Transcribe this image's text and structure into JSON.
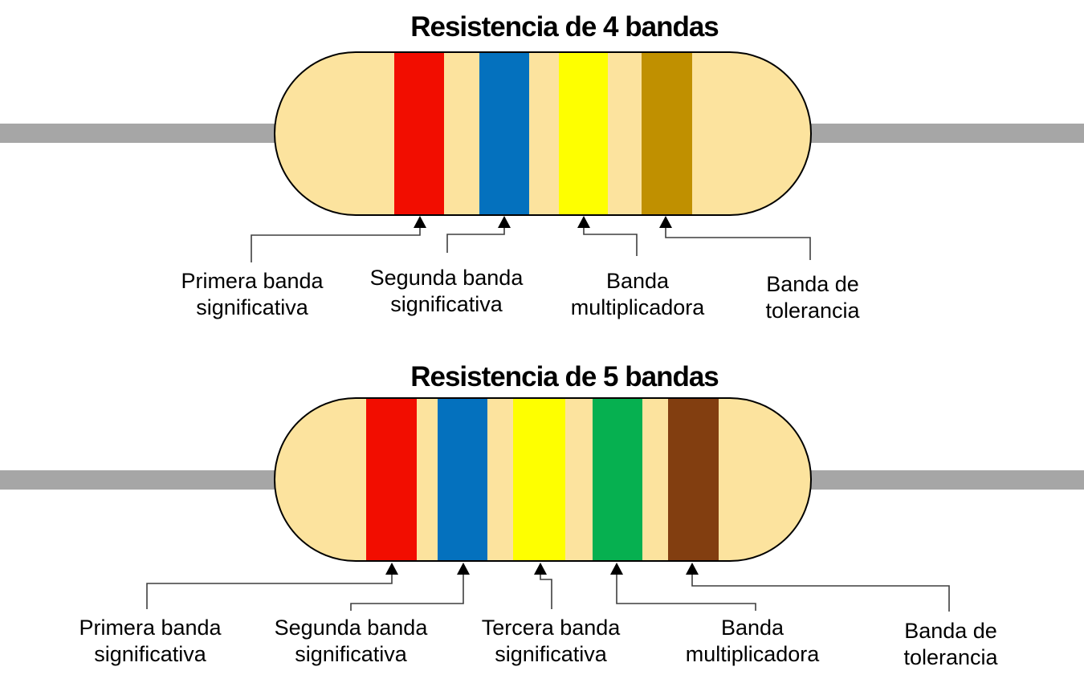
{
  "colors": {
    "background": "#ffffff",
    "body": "#FCE39E",
    "outline": "#000000",
    "lead": "#A6A6A6",
    "leader_line": "#3F3F3F",
    "arrowhead": "#000000",
    "text": "#000000"
  },
  "resistor_4_bands": {
    "title": "Resistencia de 4 bandas",
    "bands": [
      {
        "color_name": "red",
        "hex": "#F20D00",
        "label_line1": "Primera banda",
        "label_line2": "significativa"
      },
      {
        "color_name": "blue",
        "hex": "#0471BE",
        "label_line1": "Segunda banda",
        "label_line2": "significativa"
      },
      {
        "color_name": "yellow",
        "hex": "#FEFF00",
        "label_line1": "Banda",
        "label_line2": "multiplicadora"
      },
      {
        "color_name": "dark-gold",
        "hex": "#C09000",
        "label_line1": "Banda de",
        "label_line2": "tolerancia"
      }
    ]
  },
  "resistor_5_bands": {
    "title": "Resistencia de 5 bandas",
    "bands": [
      {
        "color_name": "red",
        "hex": "#F20D00",
        "label_line1": "Primera banda",
        "label_line2": "significativa"
      },
      {
        "color_name": "blue",
        "hex": "#0471BE",
        "label_line1": "Segunda banda",
        "label_line2": "significativa"
      },
      {
        "color_name": "yellow",
        "hex": "#FEFF00",
        "label_line1": "Tercera banda",
        "label_line2": "significativa"
      },
      {
        "color_name": "green",
        "hex": "#06B050",
        "label_line1": "Banda",
        "label_line2": "multiplicadora"
      },
      {
        "color_name": "brown",
        "hex": "#823E10",
        "label_line1": "Banda de",
        "label_line2": "tolerancia"
      }
    ]
  }
}
